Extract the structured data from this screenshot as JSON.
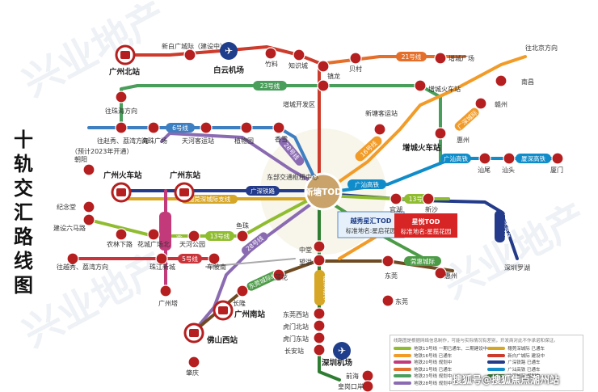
{
  "watermark": "兴业地产",
  "side_title": [
    "十",
    "轨",
    "交",
    "汇",
    "路",
    "线",
    "图"
  ],
  "center": "新塘TOD",
  "project_logo_text": "越秀星汇TOD",
  "project_caption": "标准地名:星启花园",
  "project_badge_title": "星悦TOD",
  "project_badge_caption": "标准地名:星揽花园",
  "stations": {
    "guangzhou_north": "广州北站",
    "xinbaiyun": "新白广城际（建设中）",
    "baiyun_airport": "白云机场",
    "zhuliao": "竹料",
    "zhishicheng": "知识城",
    "zhenlong": "镇龙",
    "beixing": "贝村",
    "zengcheng_plaza": "增城广场",
    "zengcheng_fire": "增城火车站",
    "to_beijing": "往北京方向",
    "nanchang": "南昌",
    "ganzhou": "赣州",
    "zengcheng_dev": "增城开发区",
    "xintang_passenger": "新塘客运站",
    "to_zhuhai": "往珠海方向",
    "to_jiangxi": "往赵秀、荔湾方向",
    "haizhu_square": "海珠广场",
    "tianhe_passenger": "天河客运站",
    "zhiwuyuan": "植物园",
    "xiangxue": "香雪",
    "zengcheng_fire2": "增城火车站",
    "huizhou": "惠州",
    "shanwei": "汕尾",
    "shantou": "汕头",
    "xiamen": "厦门",
    "to_2023": "（预计2023年开通）",
    "chaoyang": "朝阳",
    "guangzhou_fire": "广州火车站",
    "guangzhou_east": "广州东站",
    "dongbu_hub": "东部交通枢纽中心",
    "guanhu": "官湖",
    "xinsha": "新沙",
    "jinianhang": "纪念堂",
    "jianshe6": "建设六马路",
    "nonglin": "农林下路",
    "huacheng": "花城广场北",
    "tianhe_park": "天河公园",
    "yuhe": "鱼珠",
    "to_yuexiu": "往越秀、荔湾方向",
    "zhujiang_newtown": "珠江新城",
    "chebeinan": "车陂南",
    "guangzhou_ta": "广州塔",
    "zhongtang": "中堂",
    "wangtong": "望洪",
    "lianhua": "莲花",
    "dongguan": "东莞",
    "huizhou2": "惠州",
    "shenzhen_luohu": "深圳罗湖",
    "dongguan2": "东莞",
    "changlong": "长隆",
    "guangzhou_south": "广州南站",
    "foshan_west": "佛山西站",
    "zhaoqing": "肇庆",
    "dongguan_west": "东莞西站",
    "humen_north": "虎门北站",
    "humen_east": "虎门东站",
    "changan": "长安站",
    "shenzhen_airport": "深圳机场",
    "qianhai": "前海",
    "huanggang": "皇岗口岸"
  },
  "badges": {
    "l21": "21号线",
    "l23": "23号线",
    "l6": "6号线",
    "l16": "16号线",
    "l28": "28号线",
    "guangshen": "广汕高铁",
    "l13": "13号线",
    "guangshen_rail": "广深铁路",
    "guanhui": "穗莞深城际支线",
    "l20": "20号线",
    "l13b": "13号线",
    "l5": "5号线",
    "l28b": "28号线",
    "guangzhou_ss": "广汕高铁",
    "shishen": "穗深城际",
    "dg_airport": "东莞城际线",
    "guanhui_line": "莞惠城际",
    "guangshen2": "广深城际",
    "guanshen_short": "广深高铁",
    "zh_highspeed": "厦深高铁",
    "dongguan_ic": "莞惠城际"
  },
  "legend": {
    "note": "线路图是根据网络信息制作，可能与实际情况有差别，开发商对此不作承诺和保证。",
    "rows": [
      [
        "地铁13号线",
        "一期已通车、二期建设中",
        "穗莞深城际",
        "已通车"
      ],
      [
        "地铁16号线",
        "已通车",
        "新白广城际",
        "建设中"
      ],
      [
        "地铁20号线",
        "规划中",
        "广深铁路",
        "已通车"
      ],
      [
        "地铁21号线",
        "已通车",
        "广汕高铁",
        "已通车"
      ],
      [
        "地铁23号线",
        "规划中",
        "广深城际",
        "规划中"
      ],
      [
        "地铁28号线",
        "规划中",
        "",
        ""
      ]
    ]
  },
  "footer": "搜狐号@搜狐焦点潮州站",
  "colors": {
    "l13": "#8fbd2f",
    "l16": "#7d8b2b",
    "l20": "#c23a7a",
    "l21": "#1f3f8c",
    "l23": "#4a9e5b",
    "l28": "#8a6bb2",
    "guangshan": "#0f8cc9",
    "guanhui": "#d6a626",
    "xinbaiguang": "#cc3b2c",
    "guangshen": "#233b8a",
    "orange": "#f29b27",
    "metro_red": "#b51f1f",
    "station_ring": "#8b1a1a"
  }
}
